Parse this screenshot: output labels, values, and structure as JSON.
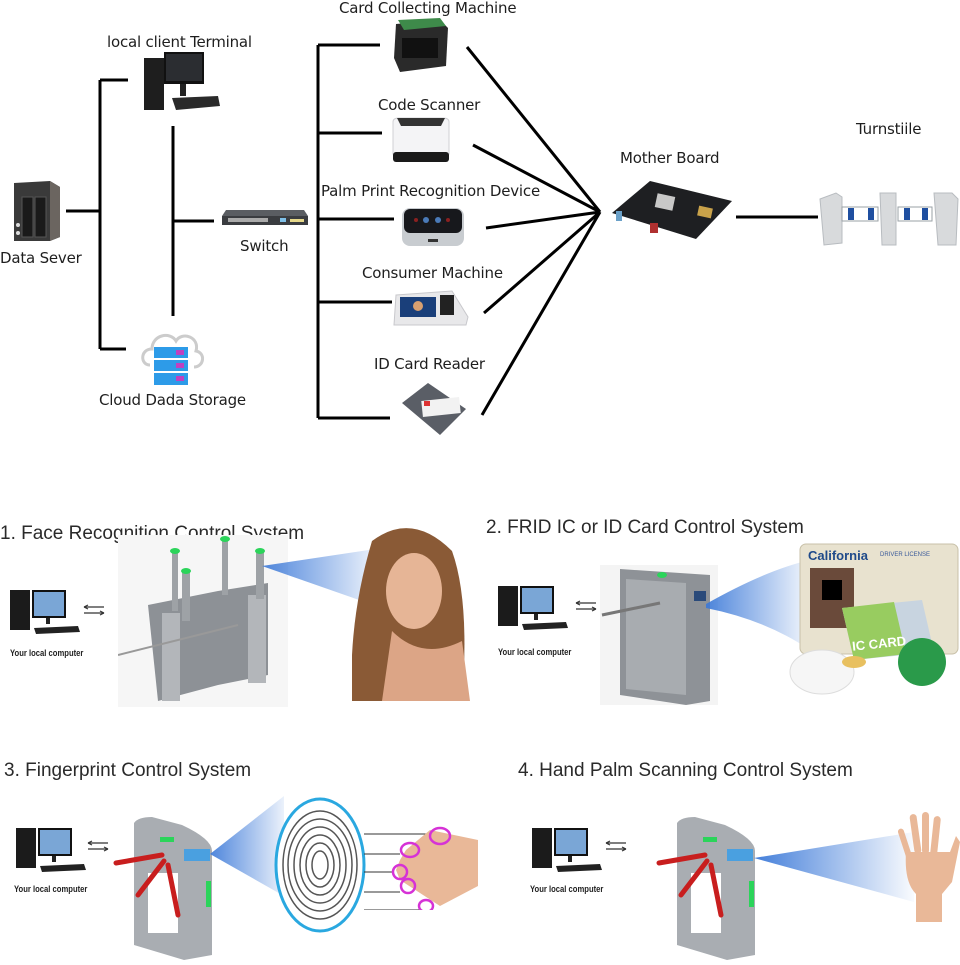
{
  "network": {
    "nodes": {
      "data_server": "Data Sever",
      "local_terminal": "local client Terminal",
      "switch": "Switch",
      "cloud_storage": "Cloud Dada Storage",
      "card_collecting": "Card Collecting Machine",
      "code_scanner": "Code Scanner",
      "palm_print": "Palm Print Recognition Device",
      "consumer_machine": "Consumer Machine",
      "id_card_reader": "ID Card Reader",
      "mother_board": "Mother Board",
      "turnstile": "Turnstiile"
    },
    "icons": {
      "data_server": "nas-server-icon",
      "local_terminal": "desktop-computer-icon",
      "switch": "network-switch-icon",
      "cloud_storage": "cloud-server-icon",
      "card_collecting": "card-dispenser-icon",
      "code_scanner": "barcode-scanner-icon",
      "palm_print": "palm-reader-icon",
      "consumer_machine": "pos-terminal-icon",
      "id_card_reader": "card-reader-icon",
      "mother_board": "motherboard-icon",
      "turnstile": "swing-gate-icon"
    }
  },
  "systems": [
    {
      "title": "1. Face Recognition Control System",
      "computer_label": "Your local computer",
      "scan_target": "face"
    },
    {
      "title": "2. FRID IC or ID Card Control System",
      "computer_label": "Your local computer",
      "scan_target": "cards",
      "card_texts": {
        "state": "California",
        "license": "DRIVER LICENSE",
        "ic": "IC CARD"
      }
    },
    {
      "title": "3. Fingerprint Control System",
      "computer_label": "Your local computer",
      "scan_target": "fingerprint"
    },
    {
      "title": "4. Hand Palm Scanning Control System",
      "computer_label": "Your local computer",
      "scan_target": "palm"
    }
  ],
  "colors": {
    "line": "#000000",
    "beam": "#3a78d8",
    "gate": "#9a9ea3",
    "arm_red": "#c81e1e",
    "led_green": "#2bd45a",
    "ring_blue": "#2aa8e0",
    "finger_circle": "#d632d6"
  }
}
